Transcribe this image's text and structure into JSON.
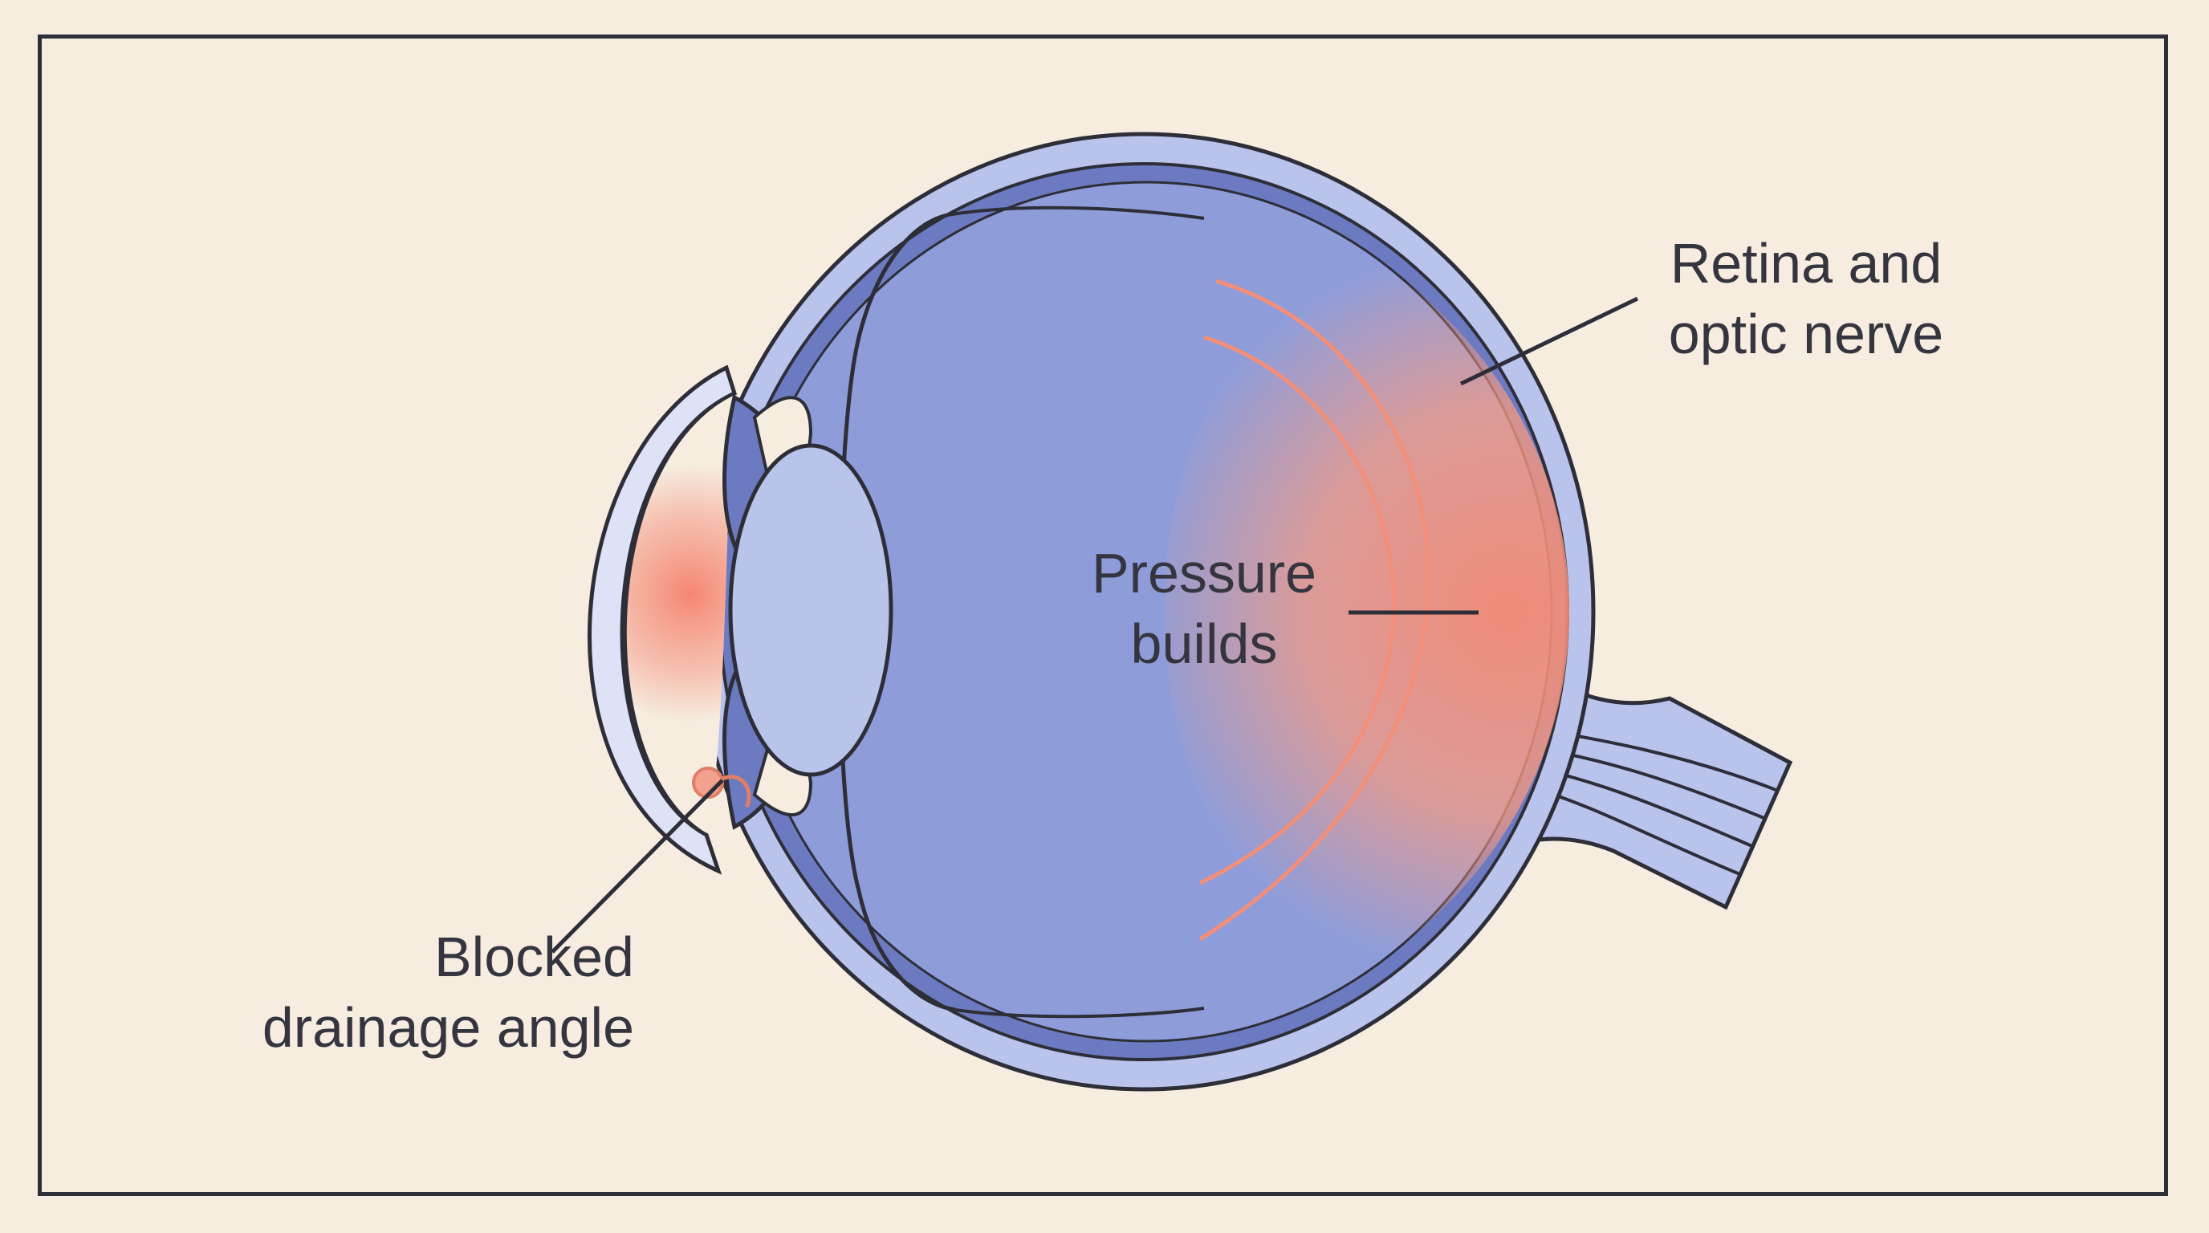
{
  "labels": {
    "retina": [
      "Retina and",
      "optic nerve"
    ],
    "pressure": [
      "Pressure",
      "builds"
    ],
    "blocked": [
      "Blocked",
      "drainage angle"
    ]
  },
  "colors": {
    "background": "#f6ece0",
    "outline": "#2e2e38",
    "sclera": "#b9c3ec",
    "vitreous": "#8e9dda",
    "choroid": "#6c7bc1",
    "lens": "#b8c4ea",
    "pressure": "#f38f78"
  }
}
